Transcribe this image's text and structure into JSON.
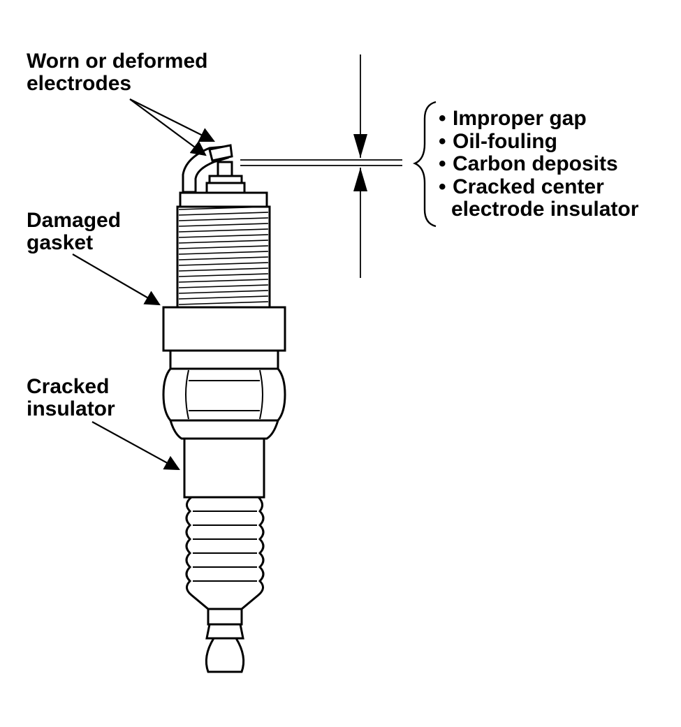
{
  "labels": {
    "electrodes": [
      "Worn or deformed",
      "electrodes"
    ],
    "gasket": [
      "Damaged",
      "gasket"
    ],
    "insulator": [
      "Cracked",
      "insulator"
    ]
  },
  "conditions": [
    "Improper gap",
    "Oil-fouling",
    "Carbon deposits",
    "Cracked center",
    "electrode insulator"
  ],
  "bullet_symbol": "•",
  "colors": {
    "ink": "#000000",
    "paper": "#ffffff"
  }
}
